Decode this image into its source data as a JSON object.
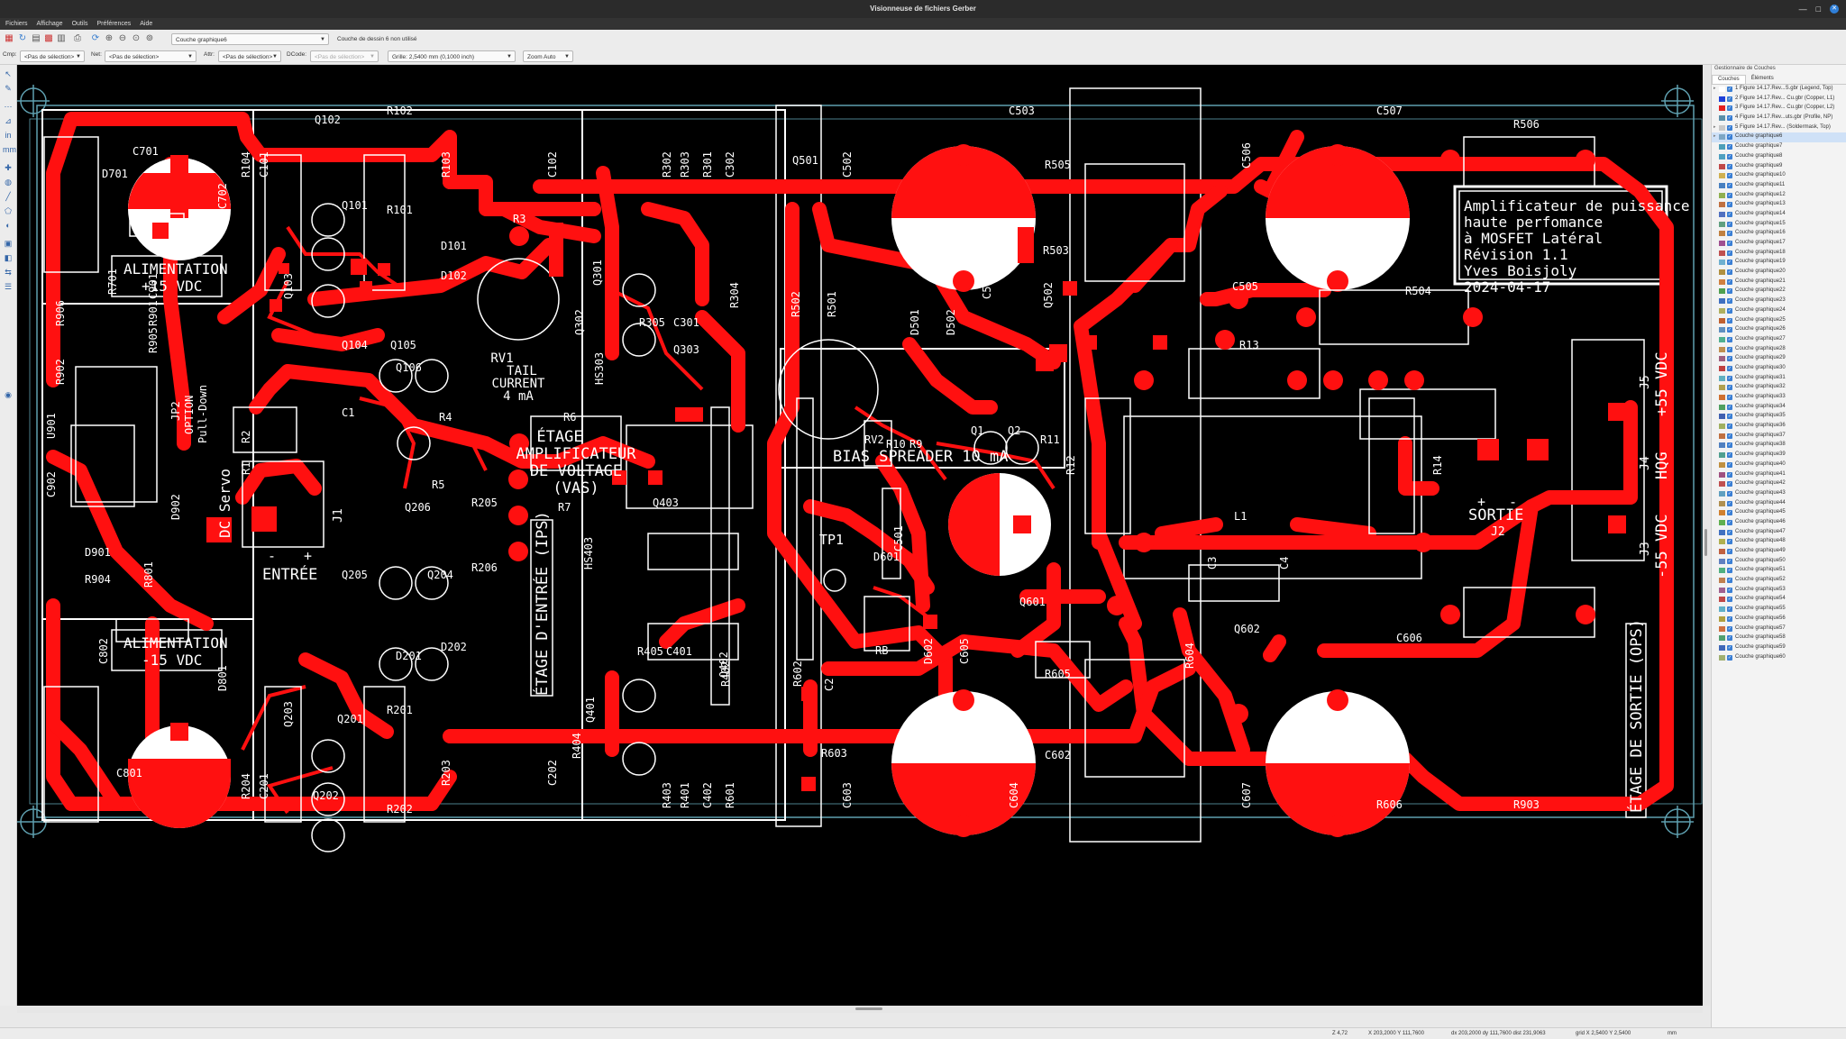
{
  "window": {
    "title": "Visionneuse de fichiers Gerber"
  },
  "menu": [
    "Fichiers",
    "Affichage",
    "Outils",
    "Préférences",
    "Aide"
  ],
  "toolbar": {
    "layer_select": "Couche graphique6",
    "drawing_layer_note": "Couche de dessin 6 non utilisé",
    "cmp_label": "Cmp:",
    "cmp_value": "<Pas de sélection>",
    "net_label": "Net:",
    "net_value": "<Pas de sélection>",
    "attr_label": "Attr:",
    "attr_value": "<Pas de sélection>",
    "dcode_label": "DCode:",
    "dcode_value": "<Pas de sélection>",
    "grid_value": "Grille: 2,5400 mm (0,1000 inch)",
    "zoom_value": "Zoom Auto"
  },
  "board_texts": {
    "title_block": [
      "Amplificateur de puissance",
      "haute perfomance",
      "à MOSFET Latéral",
      "Révision 1.1",
      "Yves Boisjoly",
      "2024-04-17"
    ],
    "alim_pos": [
      "ALIMENTATION",
      "+15 VDC"
    ],
    "alim_neg": [
      "ALIMENTATION",
      "-15 VDC"
    ],
    "vas": [
      "ÉTAGE",
      "AMPLIFICATEUR",
      "DE VOLTAGE",
      "(VAS)"
    ],
    "ips": "ÉTAGE D'ENTRÉE (IPS)",
    "ops": "ÉTAGE DE SORTIE (OPS)",
    "bias": "BIAS SPREADER 10 mA",
    "tail": [
      "RV1",
      "TAIL",
      "CURRENT",
      "4 mA"
    ],
    "entree": "ENTRÉE",
    "sortie": "SORTIE",
    "dc_servo": "DC Servo",
    "jp2": [
      "JP2",
      "OPTION",
      "Pull-Down"
    ],
    "j5": "+55 VDC",
    "j4": "HQG",
    "j3": "-55 VDC",
    "j5_ref": "J5",
    "j4_ref": "J4",
    "j3_ref": "J3",
    "j2_ref": "J2",
    "j1_ref": "J1",
    "tp1": "TP1",
    "minus": "-",
    "plus": "+"
  },
  "ref_labels": [
    "C701",
    "D701",
    "R701",
    "C702",
    "R102",
    "R104",
    "C101",
    "Q102",
    "R103",
    "Q101",
    "R101",
    "Q103",
    "D101",
    "D102",
    "R3",
    "C102",
    "R302",
    "R303",
    "R301",
    "C302",
    "Q301",
    "Q302",
    "R304",
    "R305",
    "C301",
    "Q303",
    "HS303",
    "Q501",
    "C502",
    "R502",
    "R501",
    "C503",
    "R505",
    "R503",
    "D501",
    "D502",
    "C504",
    "Q502",
    "C506",
    "C507",
    "R506",
    "C505",
    "R504",
    "R13",
    "R12",
    "R11",
    "R10",
    "R9",
    "Q1",
    "Q2",
    "RV2",
    "C501",
    "R14",
    "L1",
    "C3",
    "C4",
    "Q104",
    "Q105",
    "Q106",
    "C1",
    "R4",
    "R5",
    "R6",
    "R7",
    "R2",
    "R1",
    "Q206",
    "R205",
    "R206",
    "Q205",
    "Q204",
    "D202",
    "D201",
    "R201",
    "Q203",
    "Q201",
    "R204",
    "C201",
    "Q202",
    "R202",
    "R203",
    "C202",
    "Q403",
    "HS403",
    "R405",
    "C401",
    "Q402",
    "Q401",
    "R404",
    "R402",
    "R403",
    "R401",
    "C402",
    "R601",
    "R602",
    "C2",
    "RB",
    "D601",
    "D602",
    "C605",
    "Q601",
    "R603",
    "R605",
    "C602",
    "C603",
    "C604",
    "Q602",
    "R604",
    "C606",
    "C607",
    "R606",
    "R903",
    "R902",
    "R906",
    "R905",
    "R901",
    "C901",
    "U901",
    "C902",
    "D902",
    "D901",
    "R904",
    "R801",
    "C802",
    "D801",
    "C801"
  ],
  "layers_panel": {
    "title": "Gestionnaire de Couches",
    "tabs": [
      "Couches",
      "Éléments"
    ],
    "layers": [
      {
        "name": "1 Figure 14.17.Rev...S.gbr (Legend, Top)",
        "color": "#ffffff"
      },
      {
        "name": "2 Figure 14.17.Rev... Cu.gbr (Copper, L1)",
        "color": "#1e3fd8"
      },
      {
        "name": "3 Figure 14.17.Rev... Cu.gbr (Copper, L2)",
        "color": "#e41e1e"
      },
      {
        "name": "4 Figure 14.17.Rev...uts.gbr (Profile, NP)",
        "color": "#5a8fa8"
      },
      {
        "name": "5 Figure 14.17.Rev... (Soldermask, Top)",
        "color": "#c8c8c8"
      },
      {
        "name": "Couche graphique6",
        "color": "#7da6c4"
      },
      {
        "name": "Couche graphique7",
        "color": "#4c9fb8"
      },
      {
        "name": "Couche graphique8",
        "color": "#4fa0c0"
      },
      {
        "name": "Couche graphique9",
        "color": "#c04848"
      },
      {
        "name": "Couche graphique10",
        "color": "#d0b050"
      },
      {
        "name": "Couche graphique11",
        "color": "#4880c0"
      },
      {
        "name": "Couche graphique12",
        "color": "#90b050"
      },
      {
        "name": "Couche graphique13",
        "color": "#c07040"
      },
      {
        "name": "Couche graphique14",
        "color": "#5070c0"
      },
      {
        "name": "Couche graphique15",
        "color": "#60a080"
      },
      {
        "name": "Couche graphique16",
        "color": "#c08040"
      },
      {
        "name": "Couche graphique17",
        "color": "#a05090"
      },
      {
        "name": "Couche graphique18",
        "color": "#c05050"
      },
      {
        "name": "Couche graphique19",
        "color": "#70b0d0"
      },
      {
        "name": "Couche graphique20",
        "color": "#b09040"
      },
      {
        "name": "Couche graphique21",
        "color": "#d08040"
      },
      {
        "name": "Couche graphique22",
        "color": "#50a050"
      },
      {
        "name": "Couche graphique23",
        "color": "#4070c0"
      },
      {
        "name": "Couche graphique24",
        "color": "#b0b060"
      },
      {
        "name": "Couche graphique25",
        "color": "#c06030"
      },
      {
        "name": "Couche graphique26",
        "color": "#6090c0"
      },
      {
        "name": "Couche graphique27",
        "color": "#50b090"
      },
      {
        "name": "Couche graphique28",
        "color": "#c09050"
      },
      {
        "name": "Couche graphique29",
        "color": "#a06080"
      },
      {
        "name": "Couche graphique30",
        "color": "#c04040"
      },
      {
        "name": "Couche graphique31",
        "color": "#60b0c0"
      },
      {
        "name": "Couche graphique32",
        "color": "#b0a050"
      },
      {
        "name": "Couche graphique33",
        "color": "#d07030"
      },
      {
        "name": "Couche graphique34",
        "color": "#50a060"
      },
      {
        "name": "Couche graphique35",
        "color": "#4060b0"
      },
      {
        "name": "Couche graphique36",
        "color": "#a0b060"
      },
      {
        "name": "Couche graphique37",
        "color": "#c07040"
      },
      {
        "name": "Couche graphique38",
        "color": "#5080c0"
      },
      {
        "name": "Couche graphique39",
        "color": "#50a090"
      },
      {
        "name": "Couche graphique40",
        "color": "#c09040"
      },
      {
        "name": "Couche graphique41",
        "color": "#a05080"
      },
      {
        "name": "Couche graphique42",
        "color": "#c05050"
      },
      {
        "name": "Couche graphique43",
        "color": "#60a0c0"
      },
      {
        "name": "Couche graphique44",
        "color": "#b09050"
      },
      {
        "name": "Couche graphique45",
        "color": "#d08030"
      },
      {
        "name": "Couche graphique46",
        "color": "#60b050"
      },
      {
        "name": "Couche graphique47",
        "color": "#4070c0"
      },
      {
        "name": "Couche graphique48",
        "color": "#b0b050"
      },
      {
        "name": "Couche graphique49",
        "color": "#c06040"
      },
      {
        "name": "Couche graphique50",
        "color": "#6080c0"
      },
      {
        "name": "Couche graphique51",
        "color": "#50b080"
      },
      {
        "name": "Couche graphique52",
        "color": "#c08050"
      },
      {
        "name": "Couche graphique53",
        "color": "#a06090"
      },
      {
        "name": "Couche graphique54",
        "color": "#c04848"
      },
      {
        "name": "Couche graphique55",
        "color": "#60b0c8"
      },
      {
        "name": "Couche graphique56",
        "color": "#b0a040"
      },
      {
        "name": "Couche graphique57",
        "color": "#d07040"
      },
      {
        "name": "Couche graphique58",
        "color": "#50a070"
      },
      {
        "name": "Couche graphique59",
        "color": "#4068b8"
      },
      {
        "name": "Couche graphique60",
        "color": "#a0b070"
      }
    ]
  },
  "status": {
    "zoom": "Z 4,72",
    "xy": "X 203,2000  Y 111,7600",
    "dxy": "dx 203,2000  dy 111,7600  dist 231,9063",
    "grid": "grid X 2,5400  Y 2,5400",
    "units": "mm"
  },
  "colors": {
    "copper_top": "#ff1010",
    "legend": "#ffffff",
    "profile": "#5fa0b0",
    "background": "#000000"
  }
}
